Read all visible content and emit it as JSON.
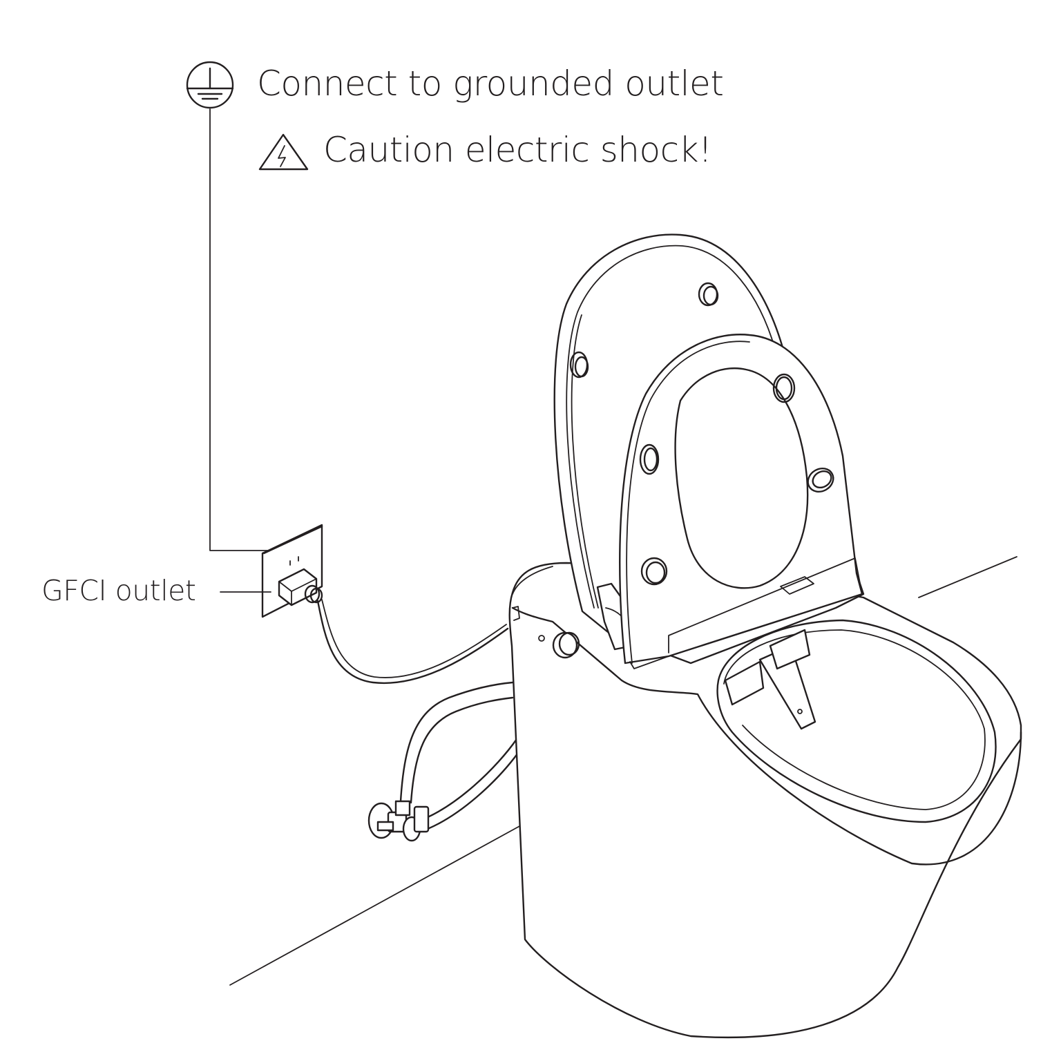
{
  "diagram": {
    "type": "installation-illustration",
    "subject": "Smart toilet electrical connection",
    "labels": {
      "ground_notice": "Connect to grounded outlet",
      "caution_notice": "Caution electric shock!",
      "outlet_callout": "GFCI outlet"
    },
    "icons": {
      "ground": "protective-earth-ground-symbol",
      "caution": "high-voltage-warning-triangle"
    },
    "colors": {
      "line": "#231f20",
      "background": "#ffffff"
    }
  }
}
